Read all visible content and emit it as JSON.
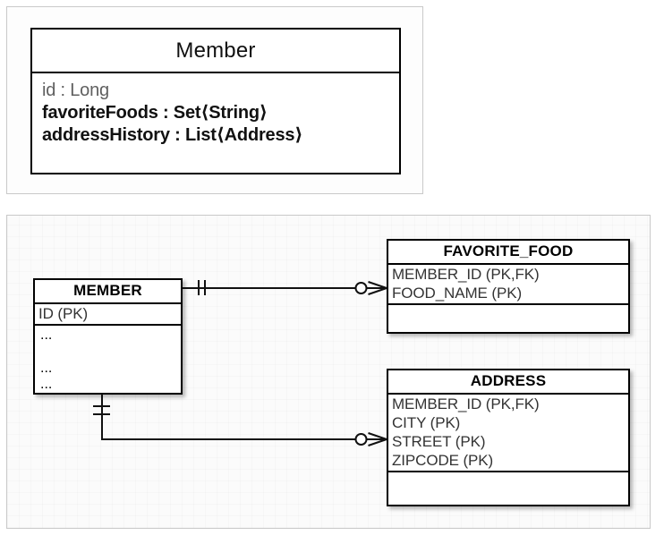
{
  "diagram": {
    "uml_class": {
      "name": "Member",
      "attributes": [
        {
          "text": "id : Long",
          "muted": true
        },
        {
          "text": "favoriteFoods : Set⟨String⟩",
          "muted": false
        },
        {
          "text": "addressHistory : List⟨Address⟩",
          "muted": false
        }
      ]
    },
    "erd": {
      "entities": [
        {
          "id": "member",
          "name": "MEMBER",
          "attributes": [
            "ID (PK)"
          ],
          "extra_rows": [
            "...",
            "...",
            "..."
          ]
        },
        {
          "id": "favorite_food",
          "name": "FAVORITE_FOOD",
          "attributes": [
            "MEMBER_ID (PK,FK)",
            "FOOD_NAME (PK)"
          ],
          "extra_rows": []
        },
        {
          "id": "address",
          "name": "ADDRESS",
          "attributes": [
            "MEMBER_ID (PK,FK)",
            "CITY (PK)",
            "STREET (PK)",
            "ZIPCODE (PK)"
          ],
          "extra_rows": []
        }
      ],
      "relationships": [
        {
          "id": "member-favorite-food",
          "from": "MEMBER",
          "to": "FAVORITE_FOOD",
          "from_cardinality": "one-and-only-one",
          "to_cardinality": "zero-or-many"
        },
        {
          "id": "member-address",
          "from": "MEMBER",
          "to": "ADDRESS",
          "from_cardinality": "one-and-only-one",
          "to_cardinality": "zero-or-many"
        }
      ]
    }
  },
  "colors": {
    "stroke": "#000000",
    "text": "#111111",
    "muted_text": "#606060",
    "attribute_text": "#333333",
    "panel_border": "#c9c9c9",
    "canvas": "#ffffff"
  }
}
